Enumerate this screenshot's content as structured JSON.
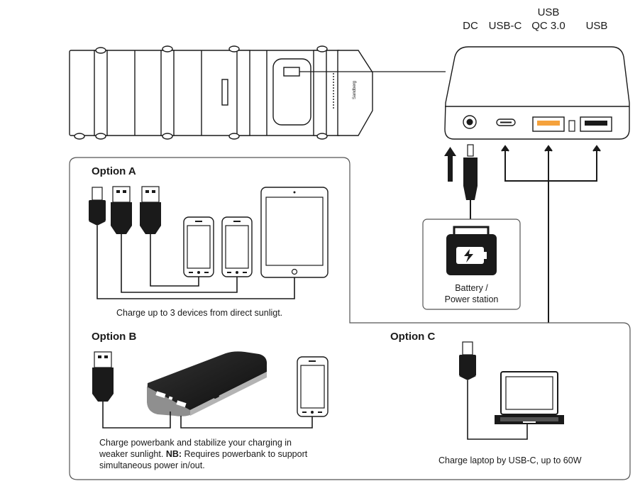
{
  "ports": {
    "dc": "DC",
    "usb_c": "USB-C",
    "usb_qc_line1": "USB",
    "usb_qc_line2": "QC 3.0",
    "usb": "USB"
  },
  "panel_brand": "Sandberg",
  "battery": {
    "line1": "Battery /",
    "line2": "Power station"
  },
  "option_a": {
    "title": "Option A",
    "caption": "Charge up to 3 devices from direct sunligt."
  },
  "option_b": {
    "title": "Option B",
    "caption_line1": "Charge powerbank and stabilize your charging in",
    "caption_line2_prefix": "weaker sunlight. ",
    "caption_line2_bold": "NB:",
    "caption_line2_rest": " Requires powerbank to support",
    "caption_line3": "simultaneous power in/out."
  },
  "option_c": {
    "title": "Option C",
    "caption": "Charge laptop by USB-C, up to 60W"
  },
  "colors": {
    "line": "#1a1a1a",
    "qc_orange": "#f5a23c",
    "panel_gray": "#ffffff",
    "box_border": "#555555"
  }
}
